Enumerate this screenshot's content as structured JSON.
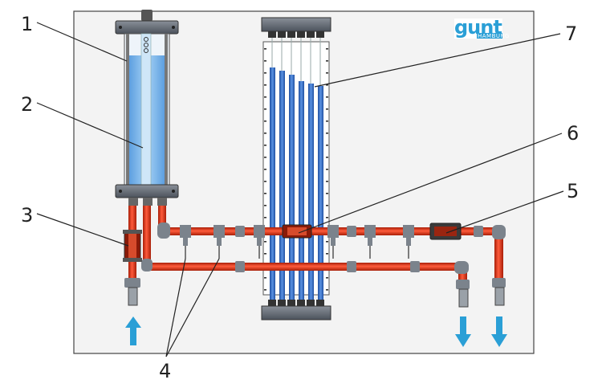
{
  "logo": {
    "brand": "gunt",
    "subtitle": "HAMBURG"
  },
  "callouts": [
    "1",
    "2",
    "3",
    "4",
    "5",
    "6",
    "7"
  ],
  "colors": {
    "pipe": "#e03a1a",
    "water": "#8ec3ee",
    "tube": "#2f6cc6",
    "panel": "#f3f3f3",
    "fitting": "#606770",
    "flow_arrow": "#2a9fd6"
  },
  "icons": [
    "inflow-arrow-icon",
    "outflow-arrow-icon",
    "outflow-arrow-icon"
  ]
}
